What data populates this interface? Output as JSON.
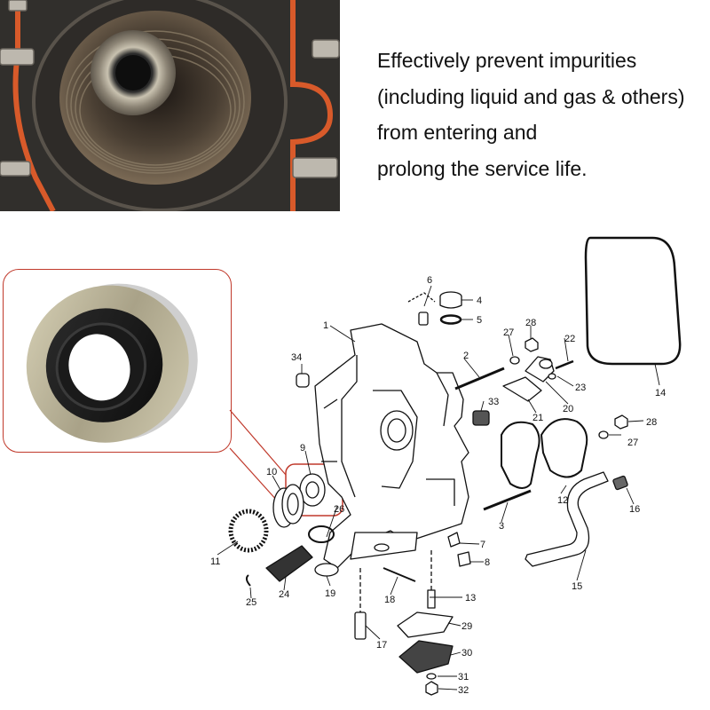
{
  "caption": {
    "lines": [
      "Effectively prevent impurities",
      "(including liquid and gas & others)",
      "from entering and",
      "prolong the service life."
    ]
  },
  "diagram": {
    "part_numbers": [
      "1",
      "2",
      "3",
      "4",
      "5",
      "6",
      "7",
      "8",
      "9",
      "10",
      "11",
      "12",
      "13",
      "14",
      "15",
      "16",
      "17",
      "18",
      "19",
      "20",
      "21",
      "22",
      "23",
      "24",
      "25",
      "26",
      "27",
      "28",
      "29",
      "30",
      "31",
      "32",
      "33",
      "34"
    ]
  },
  "colors": {
    "highlight": "#c0392b",
    "seal_rubber": "#1a1a1a",
    "seal_metal": "#c8c2a6",
    "gasket_orange": "#d85a2a"
  }
}
